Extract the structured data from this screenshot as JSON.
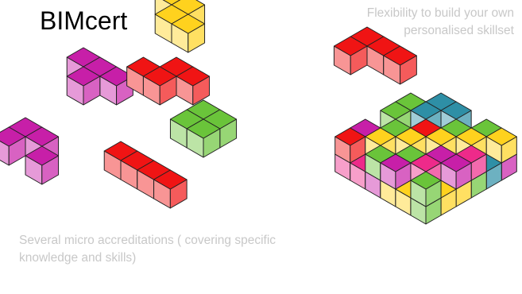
{
  "title": "BIMcert",
  "caption_left": "Several micro accreditations ( covering specific knowledge and skills)",
  "caption_right": "Flexibility to build your own personalised skillset",
  "colors": {
    "yellow": "#ffd21e",
    "magenta": "#c71fa8",
    "red": "#f01414",
    "green": "#6ac43a",
    "teal": "#2e8fa6",
    "pink": "#ee2a8a",
    "outline": "#222222",
    "caption_text": "#c8c8c8"
  },
  "pieces": [
    {
      "name": "yellow-s-piece",
      "color": "yellow"
    },
    {
      "name": "magenta-t-piece",
      "color": "magenta"
    },
    {
      "name": "red-s-piece",
      "color": "red"
    },
    {
      "name": "green-square-piece",
      "color": "green"
    },
    {
      "name": "magenta-l-piece",
      "color": "magenta"
    },
    {
      "name": "red-i-piece",
      "color": "red"
    },
    {
      "name": "red-floating-piece",
      "color": "red"
    },
    {
      "name": "combined-skill-stack",
      "color": "mixed"
    }
  ]
}
